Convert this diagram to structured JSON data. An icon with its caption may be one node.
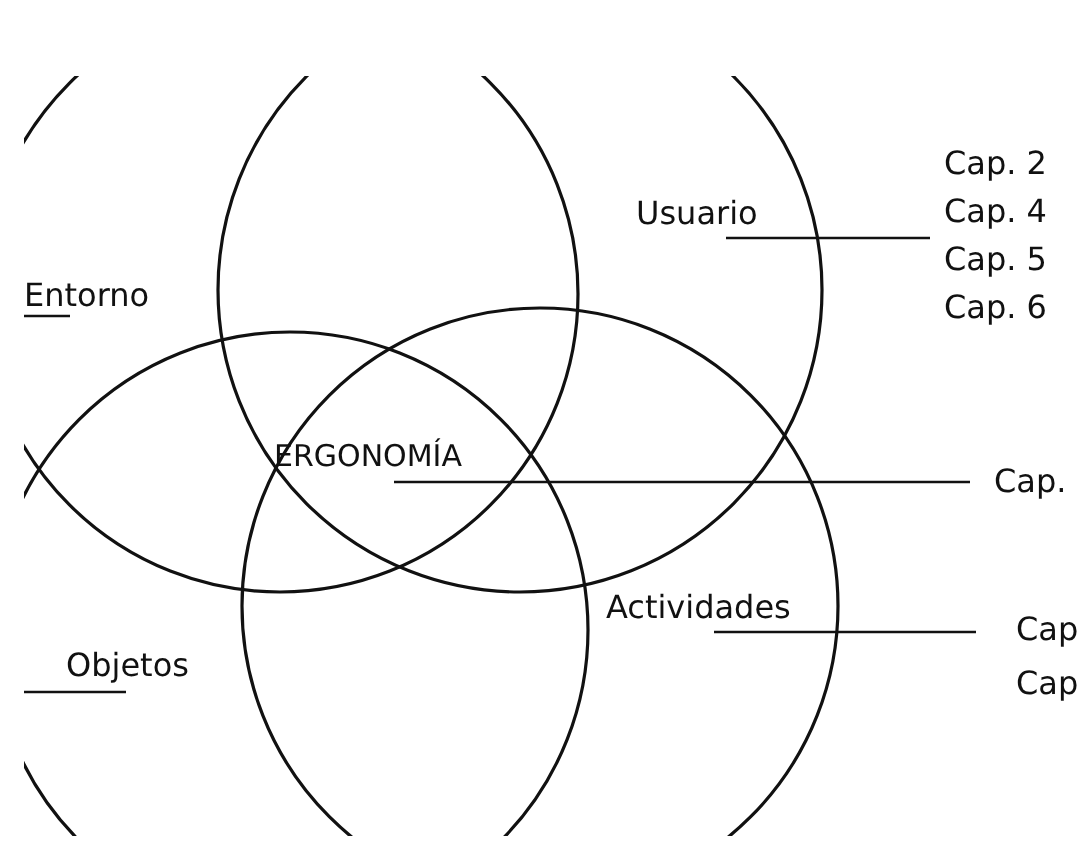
{
  "diagram": {
    "nodes": [
      {
        "text": [
          "Usuario"
        ]
      },
      {
        "text": [
          "Entorno"
        ]
      },
      {
        "text": [
          "Actividades"
        ]
      },
      {
        "text": [
          "Objetos"
        ]
      },
      {
        "text": [
          "ERGONOMÍA"
        ]
      },
      {
        "text": [
          "Cap. 2",
          "Cap. 4",
          "Cap. 5",
          "Cap. 6"
        ]
      },
      {
        "text": [
          "Cap."
        ]
      },
      {
        "text": [
          "Cap",
          "Cap"
        ]
      }
    ],
    "edges": [
      {
        "from": 0,
        "to": 5,
        "arrow": "none"
      },
      {
        "from": 4,
        "to": 6,
        "arrow": "none"
      },
      {
        "from": 2,
        "to": 7,
        "arrow": "none"
      },
      {
        "from": 1,
        "to": null,
        "arrow": "none"
      },
      {
        "from": 3,
        "to": null,
        "arrow": "none"
      }
    ]
  }
}
